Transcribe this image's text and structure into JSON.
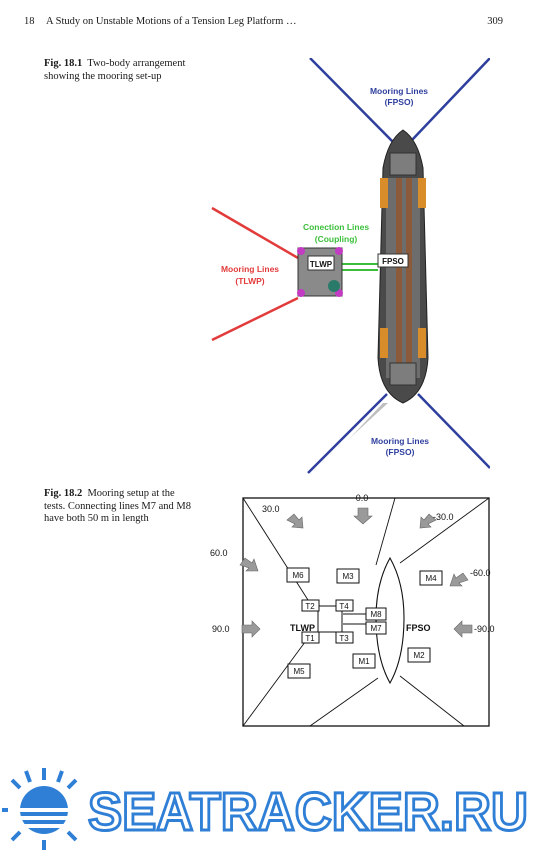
{
  "header": {
    "page_left": "18",
    "running_title": "A Study on Unstable Motions of a Tension Leg Platform …",
    "page_right": "309"
  },
  "figures": [
    {
      "label": "Fig. 18.1",
      "caption": "Two-body arrangement showing the mooring set-up",
      "labels": {
        "mooring_fpso_top_1": "Mooring Lines",
        "mooring_fpso_top_2": "(FPSO)",
        "connection_1": "Conection Lines",
        "connection_2": "(Coupling)",
        "mooring_tlwp_1": "Mooring Lines",
        "mooring_tlwp_2": "(TLWP)",
        "tlwp": "TLWP",
        "fpso": "FPSO",
        "mooring_fpso_bot_1": "Mooring Lines",
        "mooring_fpso_bot_2": "(FPSO)"
      },
      "colors": {
        "fpso_lines": "#2f3f9e",
        "tlwp_lines": "#e23b3b",
        "coupling": "#3bbf3b",
        "label_blue": "#2f3f9e",
        "label_red": "#e23b3b",
        "label_green": "#3bbf3b"
      }
    },
    {
      "label": "Fig. 18.2",
      "caption": "Mooring setup at the tests. Connecting lines M7 and M8 have both 50 m in length",
      "headings": {
        "h0": "0.0",
        "h30": "30.0",
        "hm30": "-30.0",
        "h60": "60.0",
        "hm60": "-60.0",
        "h90": "90.0",
        "hm90": "-90.0"
      },
      "labels": {
        "tlwp": "TLWP",
        "fpso": "FPSO"
      },
      "probes": {
        "m1": "M1",
        "m2": "M2",
        "m3": "M3",
        "m4": "M4",
        "m5": "M5",
        "m6": "M6",
        "m7": "M7",
        "m8": "M8"
      },
      "tethers": {
        "t1": "T1",
        "t2": "T2",
        "t3": "T3",
        "t4": "T4"
      }
    }
  ],
  "watermark": {
    "text": "SEATRACKER.RU",
    "color": "#2f7fd6"
  }
}
